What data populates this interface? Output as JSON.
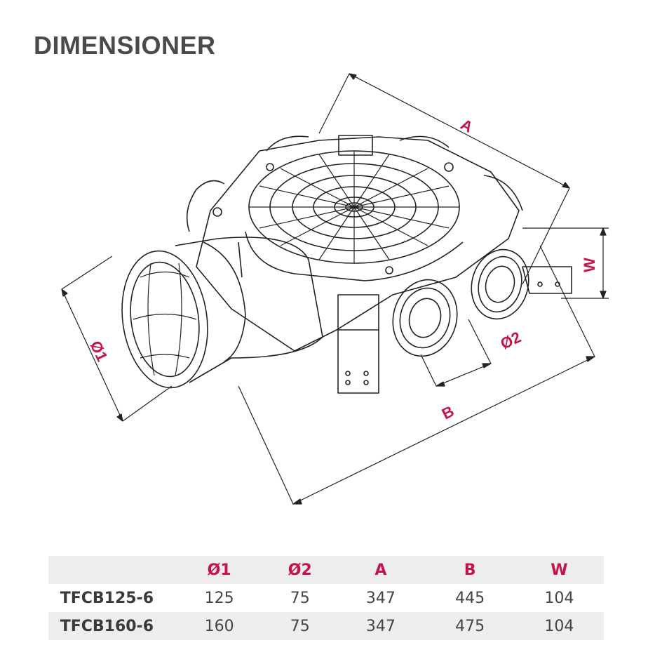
{
  "title": "DIMENSIONER",
  "drawing_labels": {
    "a": "A",
    "b": "B",
    "w": "W",
    "d1": "Ø1",
    "d2": "Ø2"
  },
  "table": {
    "headers": [
      "",
      "Ø1",
      "Ø2",
      "A",
      "B",
      "W"
    ],
    "rows": [
      {
        "model": "TFCB125-6",
        "values": [
          "125",
          "75",
          "347",
          "445",
          "104"
        ]
      },
      {
        "model": "TFCB160-6",
        "values": [
          "160",
          "75",
          "347",
          "475",
          "104"
        ]
      }
    ]
  },
  "colors": {
    "accent": "#c4154a",
    "text": "#444444",
    "row_shade": "#ededed"
  }
}
